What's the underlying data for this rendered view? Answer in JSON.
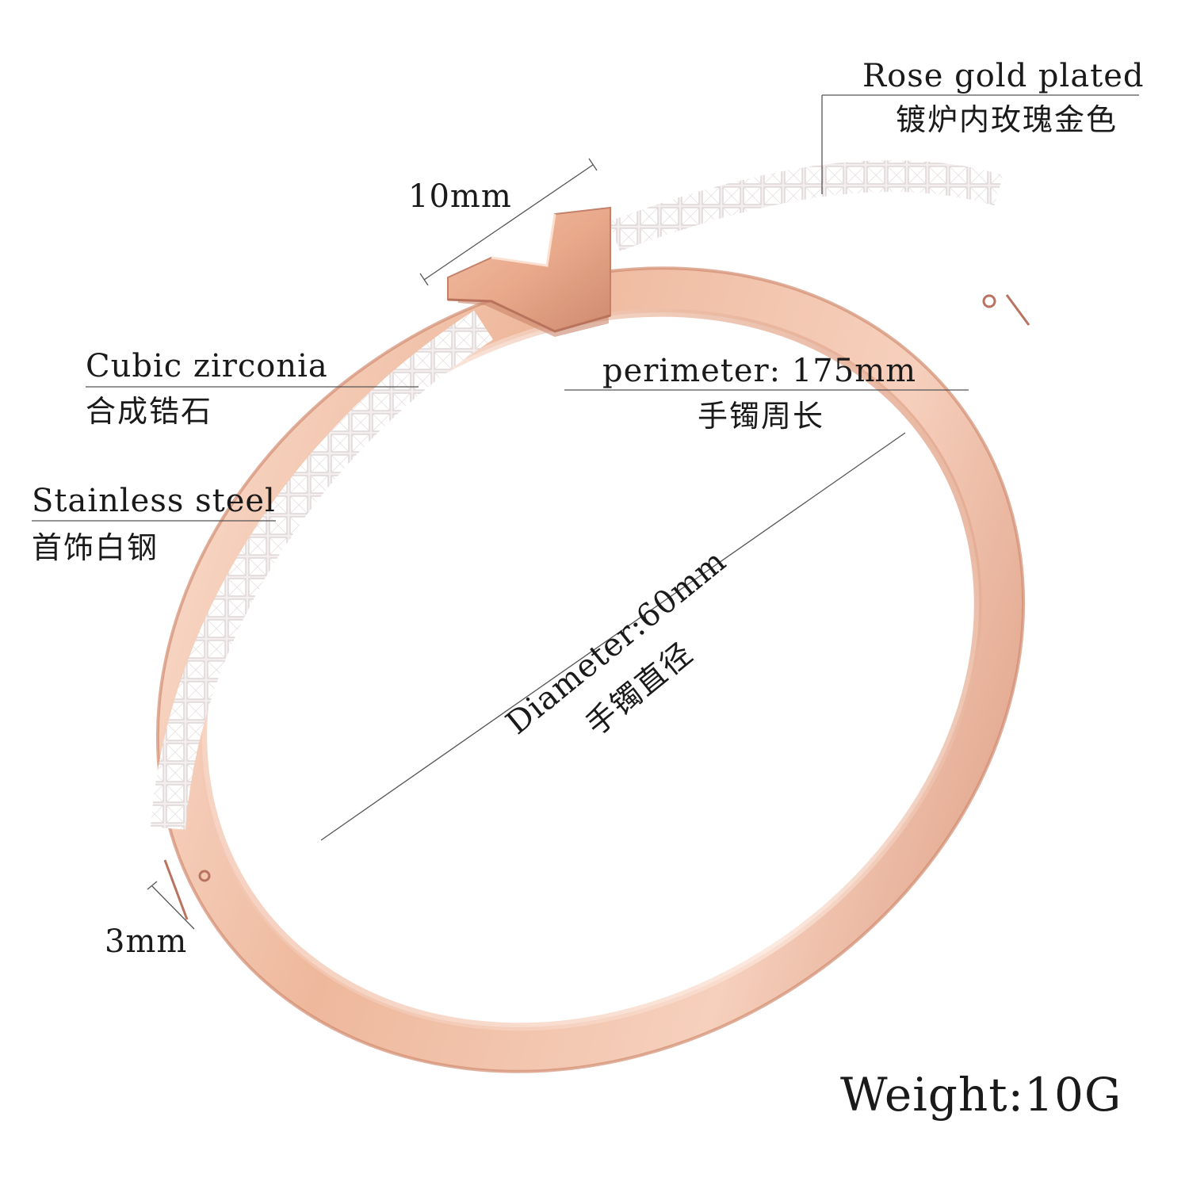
{
  "labels": {
    "rose_gold_en": "Rose gold plated",
    "rose_gold_zh": "镀炉内玫瑰金色",
    "width_top": "10mm",
    "cubic_en": "Cubic zirconia",
    "cubic_zh": "合成锆石",
    "perimeter_en": "perimeter: 175mm",
    "perimeter_zh": "手镯周长",
    "steel_en": "Stainless steel",
    "steel_zh": "首饰白钢",
    "diameter_en": "Diameter:60mm",
    "diameter_zh": "手镯直径",
    "band_width": "3mm",
    "weight": "Weight:10G"
  },
  "colors": {
    "background": "#ffffff",
    "rose_gold_light": "#f6d3c1",
    "rose_gold_mid": "#e7a889",
    "rose_gold_dark": "#c7826a",
    "stone": "#f7f4f4",
    "guide_line": "#555555"
  }
}
